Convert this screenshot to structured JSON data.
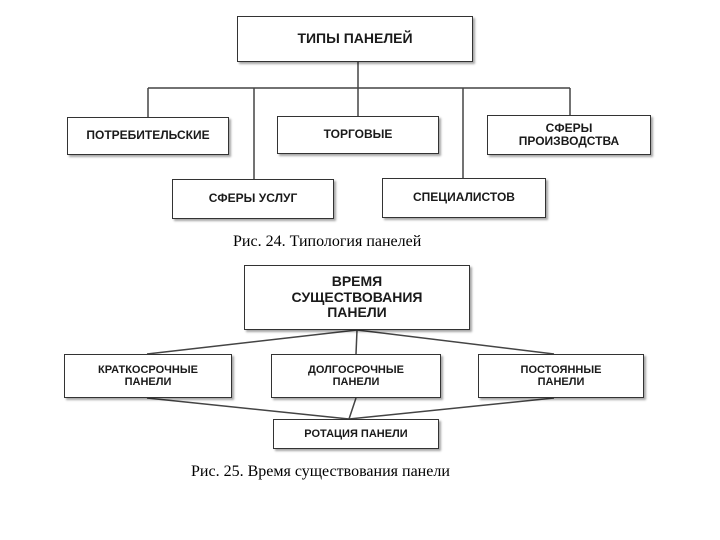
{
  "diagram1": {
    "root": "ТИПЫ ПАНЕЛЕЙ",
    "nodes": {
      "consumer": "ПОТРЕБИТЕЛЬСКИЕ",
      "trade": "ТОРГОВЫЕ",
      "production": "СФЕРЫ\nПРОИЗВОДСТВА",
      "services": "СФЕРЫ УСЛУГ",
      "specialists": "СПЕЦИАЛИСТОВ"
    },
    "caption": "Рис. 24. Типология панелей"
  },
  "diagram2": {
    "root": "ВРЕМЯ\nСУЩЕСТВОВАНИЯ\nПАНЕЛИ",
    "nodes": {
      "short_term": "КРАТКОСРОЧНЫЕ\nПАНЕЛИ",
      "long_term": "ДОЛГОСРОЧНЫЕ\nПАНЕЛИ",
      "permanent": "ПОСТОЯННЫЕ\nПАНЕЛИ",
      "rotation": "РОТАЦИЯ ПАНЕЛИ"
    },
    "caption": "Рис. 25. Время существования панели"
  }
}
